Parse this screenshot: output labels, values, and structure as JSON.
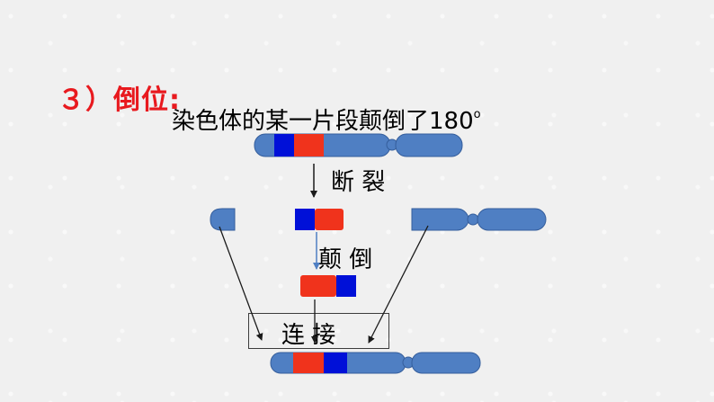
{
  "slide": {
    "heading": "３）倒位:",
    "subtitle": "染色体的某一片段颠倒了180",
    "subtitle_sup": "o"
  },
  "steps": {
    "break_label": "断  裂",
    "invert_label": "颠  倒",
    "connect_label": "连    接"
  },
  "colors": {
    "chromosome": "#4f7fc3",
    "outline": "#355e9c",
    "segment_blue": "#0010d8",
    "segment_red": "#f0331c",
    "arrow": "#1a1a1a"
  }
}
